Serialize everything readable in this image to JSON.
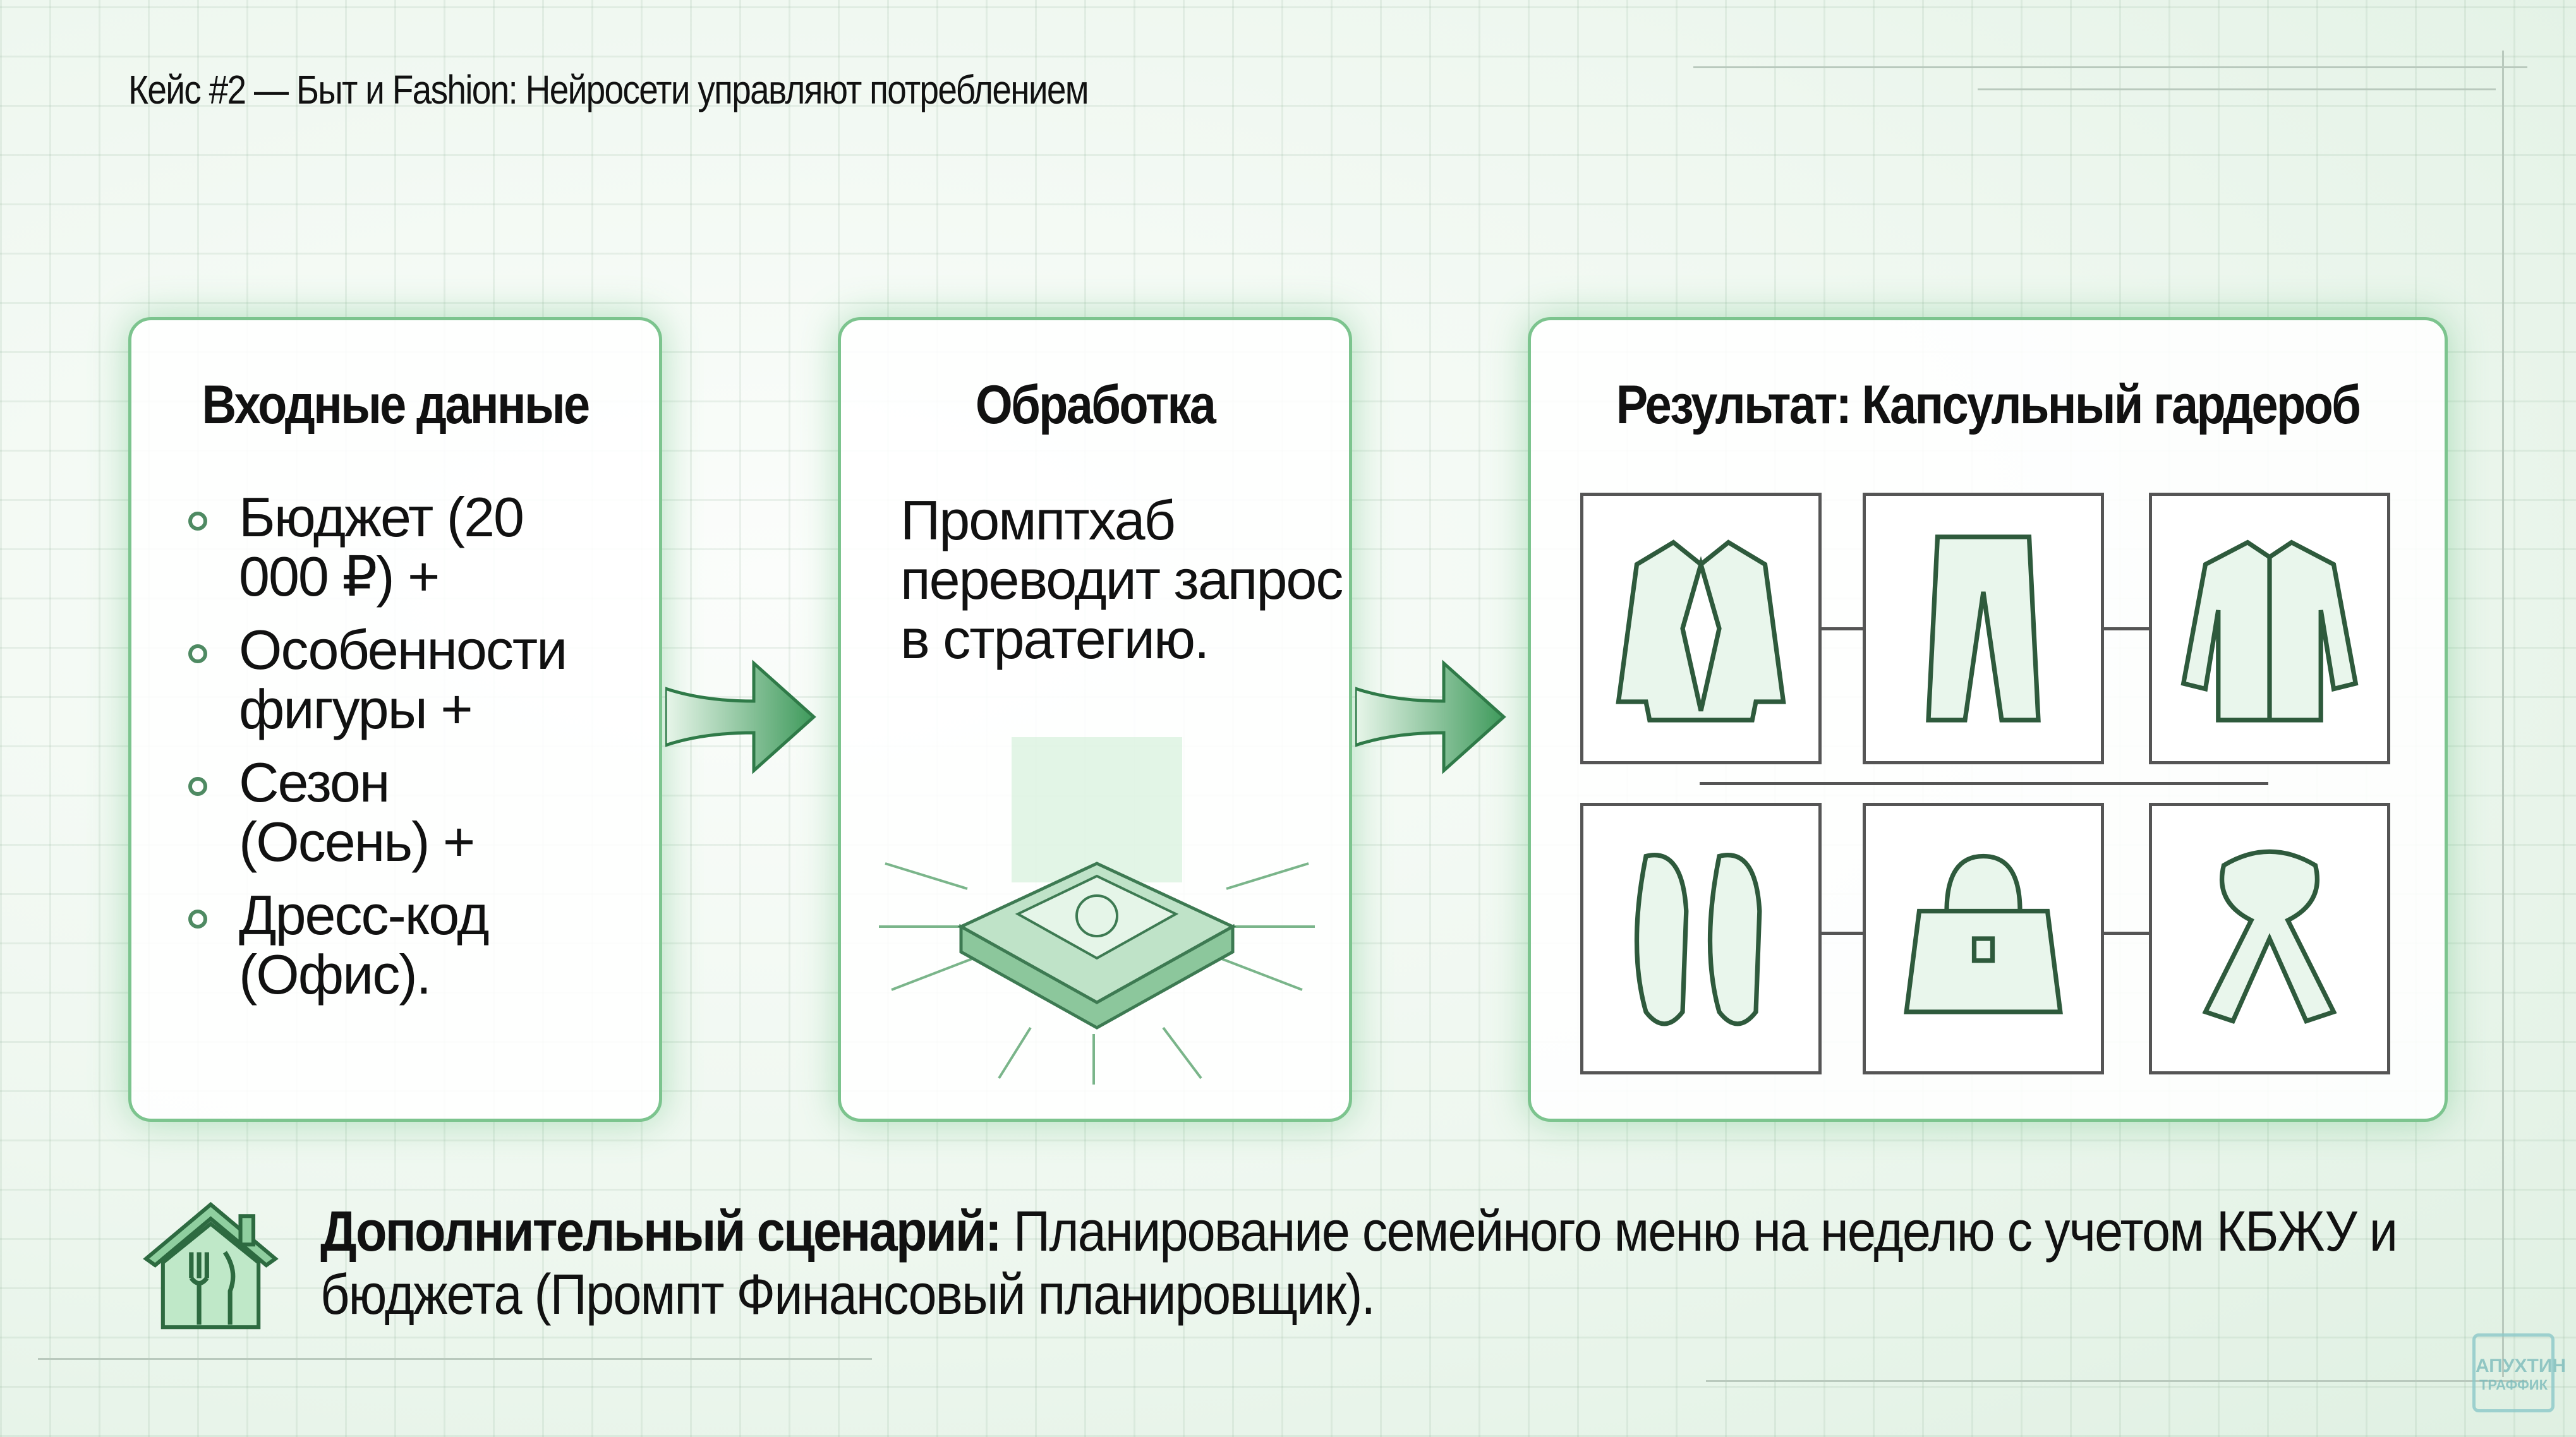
{
  "title": "Кейс #2 — Быт и Fashion: Нейросети управляют потреблением",
  "input": {
    "heading": "Входные данные",
    "items": [
      "Бюджет (20 000 ₽) +",
      "Особенности фигуры +",
      "Сезон (Осень) +",
      "Дресс-код (Офис)."
    ]
  },
  "processing": {
    "heading": "Обработка",
    "text": "Промптхаб переводит запрос в стратегию.",
    "icon": "ai-chip-icon"
  },
  "result": {
    "heading": "Результат: Капсульный гардероб",
    "items": [
      "blazer-icon",
      "trousers-icon",
      "shirt-icon",
      "loafers-icon",
      "handbag-icon",
      "scarf-icon"
    ]
  },
  "extra": {
    "label": "Дополнительный сценарий:",
    "text": " Планирование семейного меню на неделю с учетом КБЖУ и бюджета (Промпт Финансовый планировщик).",
    "icon": "house-cutlery-icon"
  },
  "logo": {
    "line1": "АПУХТИН",
    "line2": "ТРАФФИК"
  },
  "colors": {
    "accent": "#7cc48e",
    "dark_green": "#2f6b45"
  }
}
